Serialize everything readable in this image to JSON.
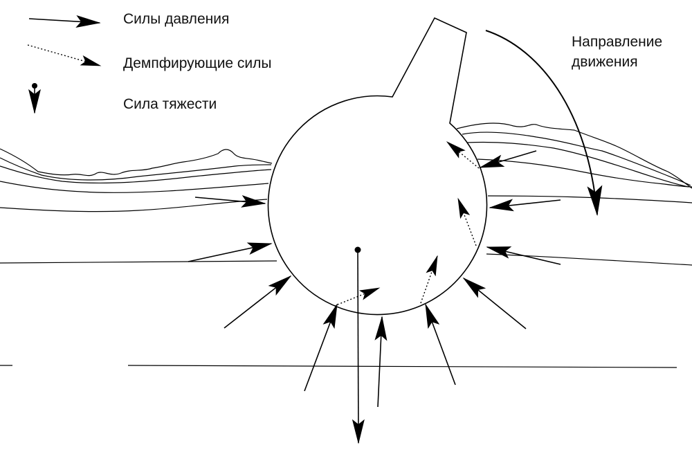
{
  "legend": {
    "pressure": "Силы давления",
    "damping": "Демпфирующие силы",
    "gravity": "Сила тяжести"
  },
  "motion_label": "Направление\nдвижения",
  "colors": {
    "ink": "#000000",
    "background": "#ffffff"
  }
}
